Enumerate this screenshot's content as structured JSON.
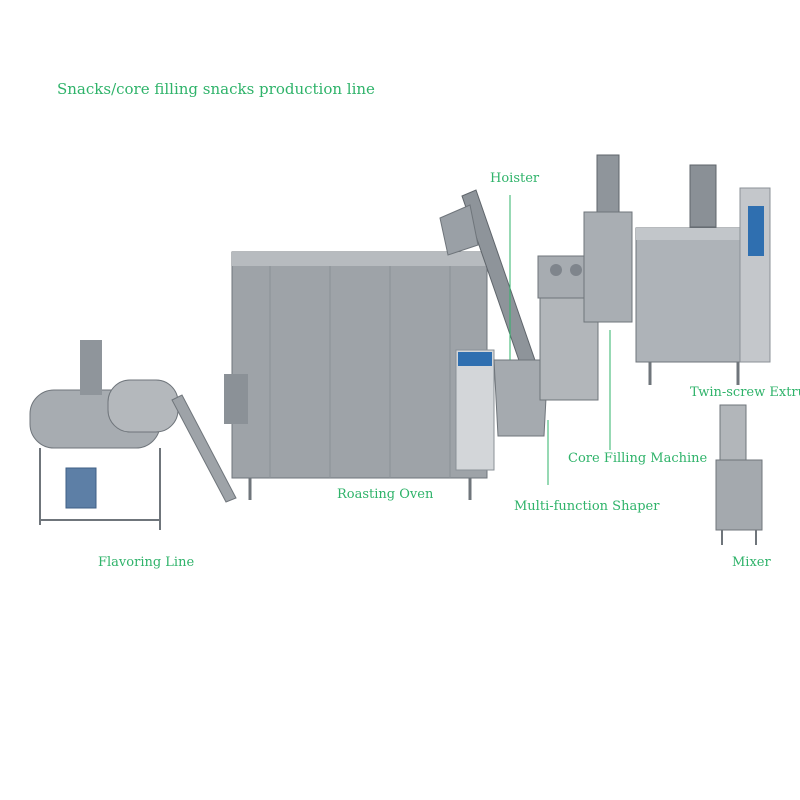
{
  "title": "Snacks/core filling snacks production line",
  "colors": {
    "label": "#2fb36a",
    "steel": "#a9adb2",
    "steel_dark": "#7f858c",
    "steel_light": "#c8cbcf",
    "panel_blue": "#2f6fb0"
  },
  "labels": {
    "hoister": "Hoister",
    "twin_screw_extruder": "Twin-screw Extruder",
    "core_filling_machine": "Core Filling Machine",
    "multi_function_shaper": "Multi-function Shaper",
    "roasting_oven": "Roasting Oven",
    "flavoring_line": "Flavoring Line",
    "mixer": "Mixer"
  }
}
